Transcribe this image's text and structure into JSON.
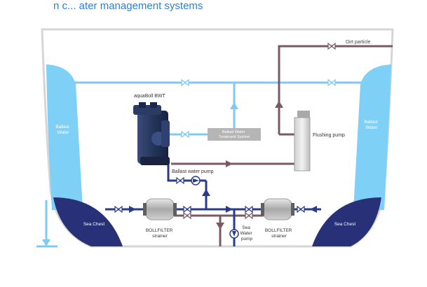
{
  "title": "n c... ater management systems",
  "labels": {
    "dirt_particle": "Dirt particle",
    "aquaboll_bwt": "aquaBoll BWT",
    "ballast_water_left": [
      "Ballast",
      "Water"
    ],
    "ballast_water_right": [
      "Ballast",
      "Water"
    ],
    "treatment_system": [
      "Ballast Water",
      "Treatment System"
    ],
    "flushing_pump": "Flushing pump",
    "ballast_water_pump": "Ballast water pump",
    "sea_chest_left": "Sea Chest",
    "sea_chest_right": "Sea Chest",
    "bollfilter_left": [
      "BOLLFILTER",
      "strainer"
    ],
    "bollfilter_right": [
      "BOLLFILTER",
      "strainer"
    ],
    "sea_water_pump": [
      "Sea",
      "Water",
      "pump"
    ]
  },
  "colors": {
    "ballast_line": "#7ecaf0",
    "dirt_line": "#7a5a62",
    "sea_line": "#2a3a8c",
    "sea_chest": "#283078",
    "ballast_tank": "#7fd0f7",
    "equipment_grey": "#b9b9b9",
    "hull": "#d9d9d9"
  }
}
